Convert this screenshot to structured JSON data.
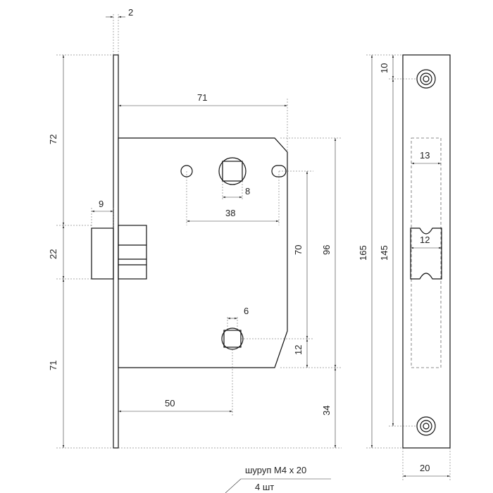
{
  "dimensions": {
    "faceplate_thickness": "2",
    "backset": "71",
    "top_to_handle": "72",
    "bolt_protrusion": "9",
    "bolt_height": "22",
    "bottom_section": "71",
    "spindle_size": "8",
    "spindle_spacing": "38",
    "case_height_inner": "70",
    "case_height": "96",
    "cylinder_size": "6",
    "lower_offset": "12",
    "cylinder_backset": "50",
    "bottom_margin": "34",
    "strike_total": "165",
    "strike_inner": "145",
    "screw_offset": "10",
    "latch_window": "13",
    "latch_width": "12",
    "strike_width": "20"
  },
  "notes": {
    "screw": "шуруп М4 х 20",
    "quantity": "4 шт"
  }
}
